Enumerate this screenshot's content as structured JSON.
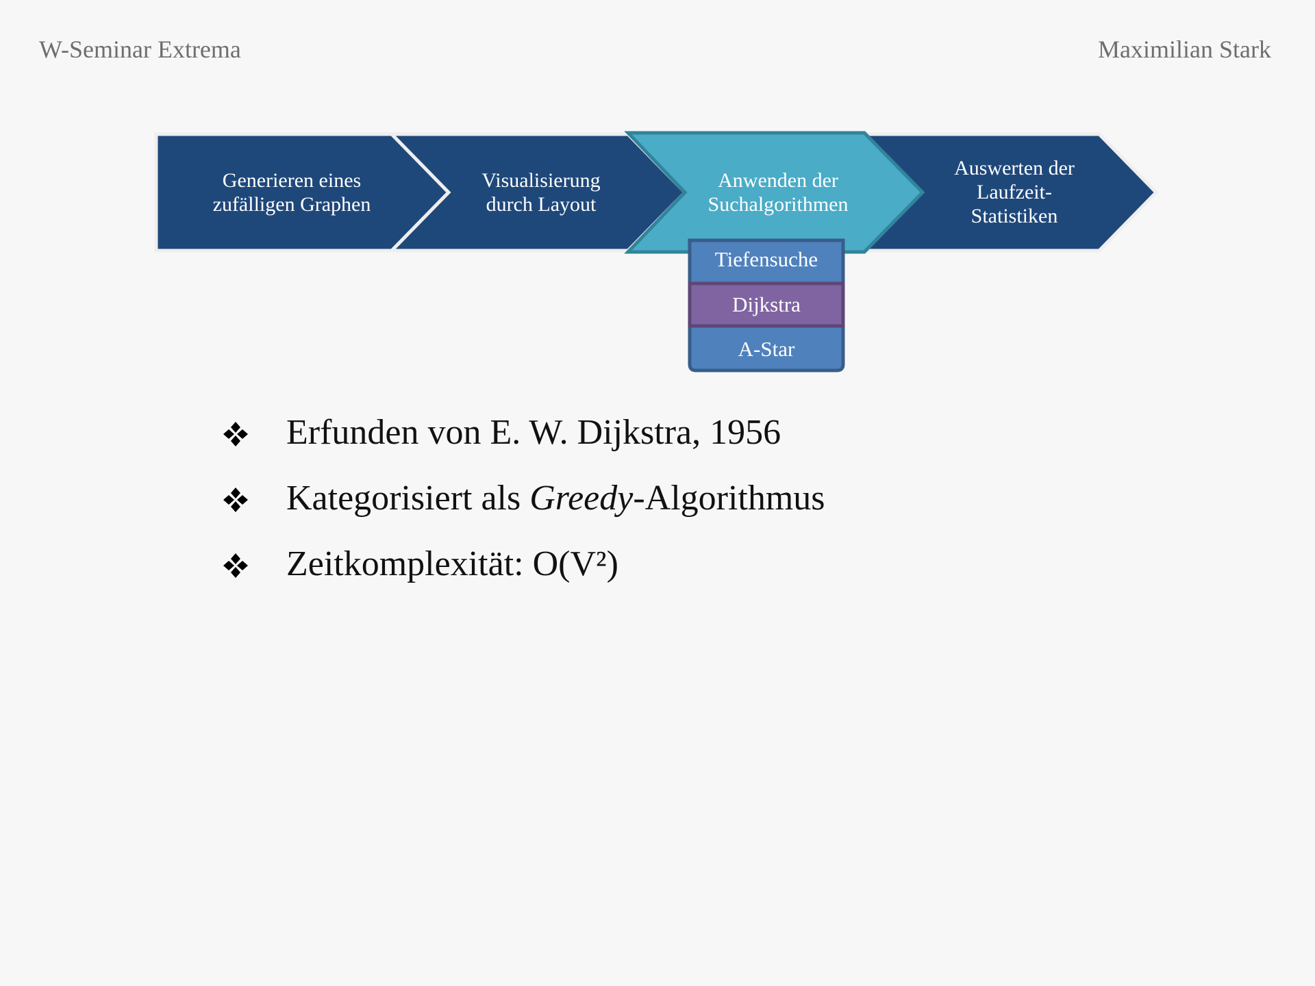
{
  "header": {
    "left": "W-Seminar Extrema",
    "right": "Maximilian Stark"
  },
  "process": {
    "steps": [
      {
        "lines": [
          "Generieren eines",
          "zufälligen Graphen"
        ]
      },
      {
        "lines": [
          "Visualisierung",
          "durch Layout"
        ]
      },
      {
        "lines": [
          "Anwenden der",
          "Suchalgorithmen"
        ],
        "active": true
      },
      {
        "lines": [
          "Auswerten der",
          "Laufzeit-",
          "Statistiken"
        ]
      }
    ],
    "algorithms": [
      "Tiefensuche",
      "Dijkstra",
      "A-Star"
    ],
    "highlighted_algorithm": "Dijkstra"
  },
  "bullets": {
    "b1": "Erfunden von E. W. Dijkstra, 1956",
    "b2_before": "Kategorisiert als ",
    "b2_italic": "Greedy",
    "b2_after": "-Algorithmus",
    "b3": "Zeitkomplexität: O(V²)"
  },
  "colors": {
    "step": "#1f487a",
    "step_active": "#4aacc6",
    "algorithm_box": "#4f81bd",
    "algorithm_highlight": "#8064a2",
    "background": "#f7f7f7"
  }
}
